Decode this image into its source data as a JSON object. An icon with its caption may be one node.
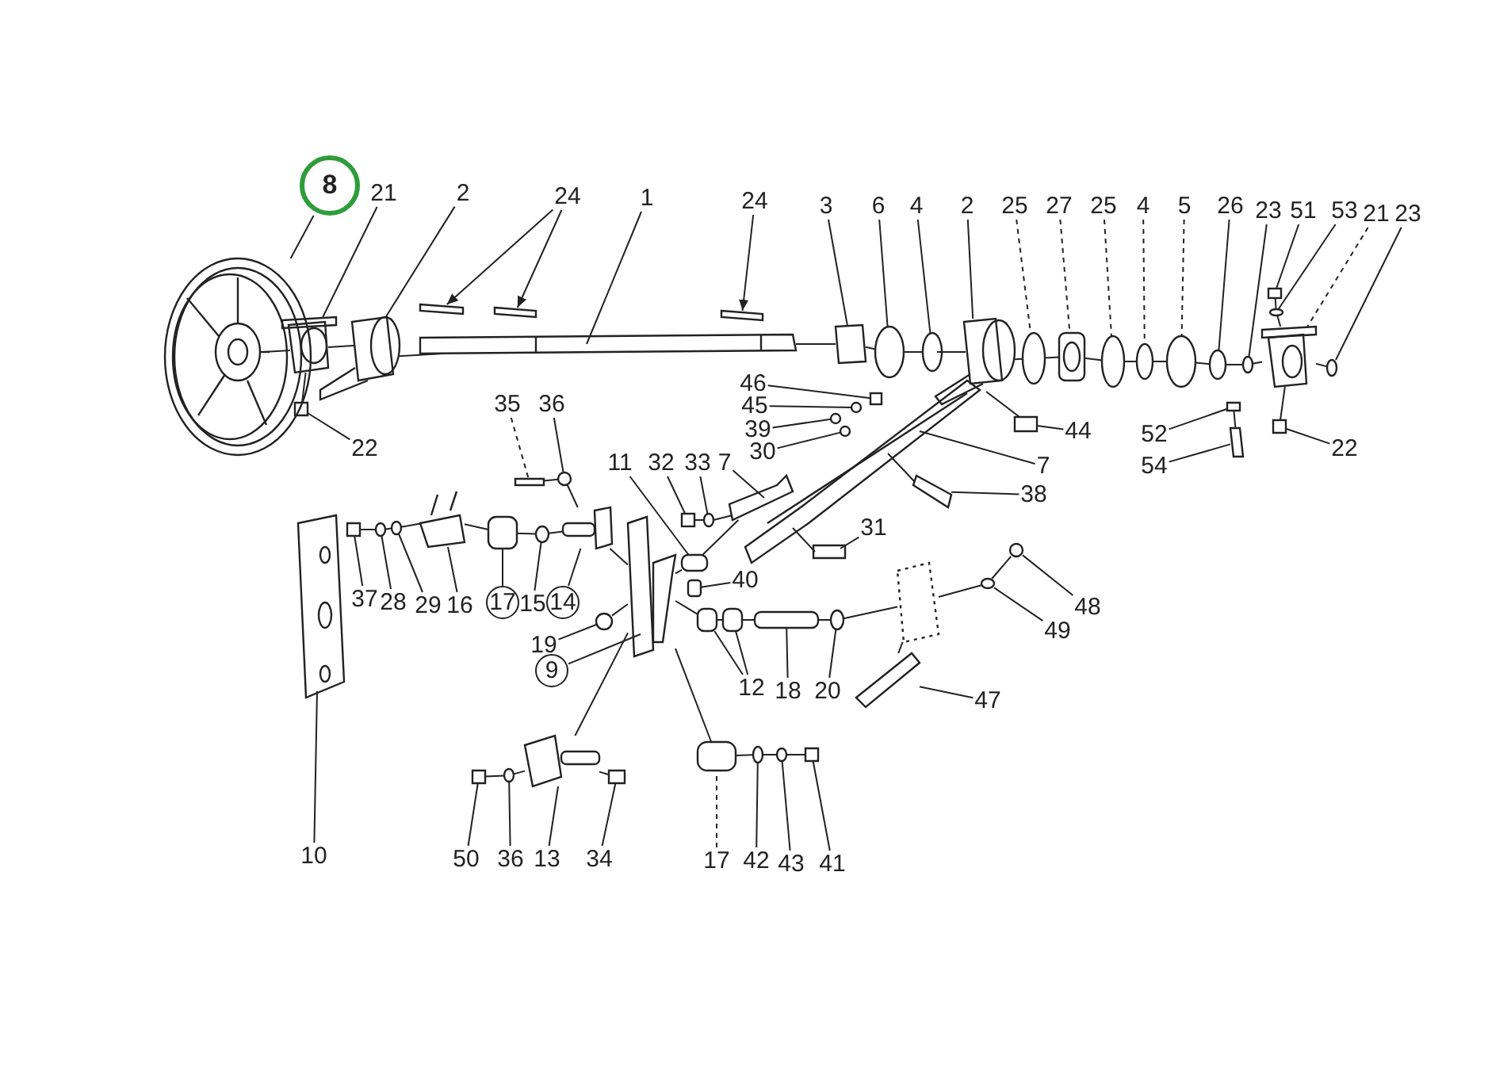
{
  "diagram": {
    "nodes": [
      {
        "text": [
          "8"
        ]
      },
      {
        "text": [
          "21"
        ]
      },
      {
        "text": [
          "2"
        ]
      },
      {
        "text": [
          "24"
        ]
      },
      {
        "text": [
          "1"
        ]
      },
      {
        "text": [
          "24"
        ]
      },
      {
        "text": [
          "3"
        ]
      },
      {
        "text": [
          "6"
        ]
      },
      {
        "text": [
          "4"
        ]
      },
      {
        "text": [
          "2"
        ]
      },
      {
        "text": [
          "25"
        ]
      },
      {
        "text": [
          "27"
        ]
      },
      {
        "text": [
          "25"
        ]
      },
      {
        "text": [
          "4"
        ]
      },
      {
        "text": [
          "5"
        ]
      },
      {
        "text": [
          "26"
        ]
      },
      {
        "text": [
          "23"
        ]
      },
      {
        "text": [
          "51"
        ]
      },
      {
        "text": [
          "53"
        ]
      },
      {
        "text": [
          "21"
        ]
      },
      {
        "text": [
          "23"
        ]
      },
      {
        "text": [
          "22"
        ]
      },
      {
        "text": [
          "46"
        ]
      },
      {
        "text": [
          "45"
        ]
      },
      {
        "text": [
          "39"
        ]
      },
      {
        "text": [
          "30"
        ]
      },
      {
        "text": [
          "44"
        ]
      },
      {
        "text": [
          "7"
        ]
      },
      {
        "text": [
          "52"
        ]
      },
      {
        "text": [
          "54"
        ]
      },
      {
        "text": [
          "22"
        ]
      },
      {
        "text": [
          "35"
        ]
      },
      {
        "text": [
          "36"
        ]
      },
      {
        "text": [
          "11"
        ]
      },
      {
        "text": [
          "32"
        ]
      },
      {
        "text": [
          "33"
        ]
      },
      {
        "text": [
          "7"
        ]
      },
      {
        "text": [
          "38"
        ]
      },
      {
        "text": [
          "31"
        ]
      },
      {
        "text": [
          "37"
        ]
      },
      {
        "text": [
          "28"
        ]
      },
      {
        "text": [
          "29"
        ]
      },
      {
        "text": [
          "16"
        ]
      },
      {
        "text": [
          "17"
        ]
      },
      {
        "text": [
          "15"
        ]
      },
      {
        "text": [
          "14"
        ]
      },
      {
        "text": [
          "40"
        ]
      },
      {
        "text": [
          "19"
        ]
      },
      {
        "text": [
          "9"
        ]
      },
      {
        "text": [
          "12"
        ]
      },
      {
        "text": [
          "18"
        ]
      },
      {
        "text": [
          "20"
        ]
      },
      {
        "text": [
          "48"
        ]
      },
      {
        "text": [
          "49"
        ]
      },
      {
        "text": [
          "47"
        ]
      },
      {
        "text": [
          "10"
        ]
      },
      {
        "text": [
          "50"
        ]
      },
      {
        "text": [
          "36"
        ]
      },
      {
        "text": [
          "13"
        ]
      },
      {
        "text": [
          "34"
        ]
      },
      {
        "text": [
          "17"
        ]
      },
      {
        "text": [
          "42"
        ]
      },
      {
        "text": [
          "43"
        ]
      },
      {
        "text": [
          "41"
        ]
      },
      {
        "text": [],
        "shape": "picture"
      },
      {
        "text": [],
        "shape": "picture"
      },
      {
        "text": [],
        "shape": "picture"
      },
      {
        "text": [],
        "shape": "box"
      },
      {
        "text": [],
        "shape": "box"
      },
      {
        "text": [],
        "shape": "picture"
      },
      {
        "text": [],
        "shape": "box"
      },
      {
        "text": [],
        "shape": "box"
      },
      {
        "text": [],
        "shape": "circle"
      },
      {
        "text": [],
        "shape": "circle"
      },
      {
        "text": [],
        "shape": "picture"
      },
      {
        "text": [],
        "shape": "circle"
      },
      {
        "text": [],
        "shape": "picture"
      },
      {
        "text": [],
        "shape": "circle"
      },
      {
        "text": [],
        "shape": "circle"
      },
      {
        "text": [],
        "shape": "circle"
      },
      {
        "text": [],
        "shape": "circle"
      },
      {
        "text": [],
        "shape": "circle"
      },
      {
        "text": [],
        "shape": "box"
      },
      {
        "text": [],
        "shape": "circle"
      },
      {
        "text": [],
        "shape": "picture"
      },
      {
        "text": [],
        "shape": "circle"
      },
      {
        "text": [],
        "shape": "box"
      },
      {
        "text": [],
        "shape": "box"
      },
      {
        "text": [],
        "shape": "circle"
      },
      {
        "text": [],
        "shape": "circle"
      },
      {
        "text": [],
        "shape": "circle"
      },
      {
        "text": [],
        "shape": "box"
      },
      {
        "text": [],
        "shape": "picture"
      },
      {
        "text": [],
        "shape": "box"
      },
      {
        "text": [],
        "shape": "box"
      },
      {
        "text": [],
        "shape": "box"
      },
      {
        "text": [],
        "shape": "box"
      },
      {
        "text": [],
        "shape": "circle"
      },
      {
        "text": [],
        "shape": "box"
      },
      {
        "text": [],
        "shape": "box"
      },
      {
        "text": [],
        "shape": "circle"
      },
      {
        "text": [],
        "shape": "box"
      },
      {
        "text": [],
        "shape": "box"
      },
      {
        "text": [],
        "shape": "box"
      },
      {
        "text": [],
        "shape": "box"
      },
      {
        "text": [],
        "shape": "circle"
      },
      {
        "text": [],
        "shape": "circle"
      },
      {
        "text": [],
        "shape": "picture"
      },
      {
        "text": [],
        "shape": "box"
      },
      {
        "text": [],
        "shape": "circle"
      },
      {
        "text": [],
        "shape": "picture"
      },
      {
        "text": [],
        "shape": "box"
      },
      {
        "text": [],
        "shape": "circle"
      },
      {
        "text": [],
        "shape": "picture"
      },
      {
        "text": [],
        "shape": "box"
      },
      {
        "text": [],
        "shape": "box"
      },
      {
        "text": [],
        "shape": "box"
      },
      {
        "text": [],
        "shape": "circle"
      },
      {
        "text": [],
        "shape": "circle"
      },
      {
        "text": [],
        "shape": "circle"
      },
      {
        "text": [],
        "shape": "box"
      },
      {
        "text": [],
        "shape": "picture"
      },
      {
        "text": [],
        "shape": "box"
      },
      {
        "text": [],
        "shape": "circle"
      },
      {
        "text": [],
        "shape": "picture"
      },
      {
        "text": [],
        "shape": "box"
      },
      {
        "text": [],
        "shape": "box"
      },
      {
        "text": [],
        "shape": "circle"
      },
      {
        "text": [],
        "shape": "circle"
      },
      {
        "text": [],
        "shape": "box"
      },
      {
        "text": [],
        "shape": "box"
      }
    ],
    "edges": [
      {
        "from": 0,
        "to": 64,
        "arrow": "none"
      },
      {
        "from": 1,
        "to": 65,
        "arrow": "none"
      },
      {
        "from": 2,
        "to": 66,
        "arrow": "none"
      },
      {
        "from": 3,
        "to": 67,
        "arrow": "to"
      },
      {
        "from": 3,
        "to": 68,
        "arrow": "to"
      },
      {
        "from": 4,
        "to": 69,
        "arrow": "none"
      },
      {
        "from": 5,
        "to": 70,
        "arrow": "to"
      },
      {
        "from": 6,
        "to": 71,
        "arrow": "none"
      },
      {
        "from": 7,
        "to": 72,
        "arrow": "none"
      },
      {
        "from": 8,
        "to": 73,
        "arrow": "none"
      },
      {
        "from": 9,
        "to": 74,
        "arrow": "none"
      },
      {
        "from": 10,
        "to": 75,
        "arrow": "none",
        "style": "dashed"
      },
      {
        "from": 11,
        "to": 76,
        "arrow": "none",
        "style": "dashed"
      },
      {
        "from": 12,
        "to": 77,
        "arrow": "none",
        "style": "dashed"
      },
      {
        "from": 13,
        "to": 78,
        "arrow": "none",
        "style": "dashed"
      },
      {
        "from": 14,
        "to": 79,
        "arrow": "none",
        "style": "dashed"
      },
      {
        "from": 15,
        "to": 80,
        "arrow": "none"
      },
      {
        "from": 16,
        "to": 81,
        "arrow": "none"
      },
      {
        "from": 17,
        "to": 82,
        "arrow": "none"
      },
      {
        "from": 18,
        "to": 83,
        "arrow": "none"
      },
      {
        "from": 19,
        "to": 84,
        "arrow": "none",
        "style": "dashed"
      },
      {
        "from": 20,
        "to": 85,
        "arrow": "none"
      },
      {
        "from": 21,
        "to": 86,
        "arrow": "none"
      },
      {
        "from": 22,
        "to": 87,
        "arrow": "none"
      },
      {
        "from": 23,
        "to": 88,
        "arrow": "none"
      },
      {
        "from": 24,
        "to": 89,
        "arrow": "none"
      },
      {
        "from": 25,
        "to": 90,
        "arrow": "none"
      },
      {
        "from": 26,
        "to": 91,
        "arrow": "none"
      },
      {
        "from": 27,
        "to": 92,
        "arrow": "none"
      },
      {
        "from": 28,
        "to": 93,
        "arrow": "none"
      },
      {
        "from": 29,
        "to": 94,
        "arrow": "none"
      },
      {
        "from": 30,
        "to": 95,
        "arrow": "none"
      },
      {
        "from": 31,
        "to": 96,
        "arrow": "none",
        "style": "dashed"
      },
      {
        "from": 32,
        "to": 97,
        "arrow": "none"
      },
      {
        "from": 33,
        "to": 98,
        "arrow": "none"
      },
      {
        "from": 34,
        "to": 99,
        "arrow": "none"
      },
      {
        "from": 35,
        "to": 100,
        "arrow": "none"
      },
      {
        "from": 36,
        "to": 101,
        "arrow": "none"
      },
      {
        "from": 37,
        "to": 102,
        "arrow": "none"
      },
      {
        "from": 38,
        "to": 103,
        "arrow": "none"
      },
      {
        "from": 39,
        "to": 104,
        "arrow": "none"
      },
      {
        "from": 40,
        "to": 105,
        "arrow": "none"
      },
      {
        "from": 41,
        "to": 106,
        "arrow": "none"
      },
      {
        "from": 42,
        "to": 107,
        "arrow": "none"
      },
      {
        "from": 43,
        "to": 108,
        "arrow": "none"
      },
      {
        "from": 44,
        "to": 109,
        "arrow": "none"
      },
      {
        "from": 45,
        "to": 110,
        "arrow": "none"
      },
      {
        "from": 46,
        "to": 111,
        "arrow": "none"
      },
      {
        "from": 47,
        "to": 112,
        "arrow": "none"
      },
      {
        "from": 48,
        "to": 113,
        "arrow": "none"
      },
      {
        "from": 49,
        "to": 114,
        "arrow": "none"
      },
      {
        "from": 49,
        "to": 115,
        "arrow": "none"
      },
      {
        "from": 50,
        "to": 116,
        "arrow": "none"
      },
      {
        "from": 51,
        "to": 117,
        "arrow": "none"
      },
      {
        "from": 52,
        "to": 118,
        "arrow": "none"
      },
      {
        "from": 53,
        "to": 119,
        "arrow": "none"
      },
      {
        "from": 54,
        "to": 120,
        "arrow": "none"
      },
      {
        "from": 55,
        "to": 121,
        "arrow": "none"
      },
      {
        "from": 56,
        "to": 122,
        "arrow": "none"
      },
      {
        "from": 57,
        "to": 123,
        "arrow": "none"
      },
      {
        "from": 58,
        "to": 124,
        "arrow": "none"
      },
      {
        "from": 59,
        "to": 125,
        "arrow": "none"
      },
      {
        "from": 60,
        "to": 126,
        "arrow": "none",
        "style": "dashed"
      },
      {
        "from": 61,
        "to": 127,
        "arrow": "none"
      },
      {
        "from": 62,
        "to": 128,
        "arrow": "none"
      },
      {
        "from": 63,
        "to": 129,
        "arrow": "none"
      },
      {
        "from": 64,
        "to": 65,
        "arrow": "none"
      },
      {
        "from": 65,
        "to": 66,
        "arrow": "none"
      },
      {
        "from": 66,
        "to": 69,
        "arrow": "none"
      },
      {
        "from": 69,
        "to": 71,
        "arrow": "none"
      },
      {
        "from": 71,
        "to": 72,
        "arrow": "none"
      },
      {
        "from": 72,
        "to": 73,
        "arrow": "none"
      },
      {
        "from": 73,
        "to": 74,
        "arrow": "none"
      },
      {
        "from": 74,
        "to": 75,
        "arrow": "none"
      },
      {
        "from": 75,
        "to": 76,
        "arrow": "none"
      },
      {
        "from": 76,
        "to": 77,
        "arrow": "none"
      },
      {
        "from": 77,
        "to": 78,
        "arrow": "none"
      },
      {
        "from": 78,
        "to": 79,
        "arrow": "none"
      },
      {
        "from": 79,
        "to": 80,
        "arrow": "none"
      },
      {
        "from": 80,
        "to": 81,
        "arrow": "none"
      },
      {
        "from": 81,
        "to": 84,
        "arrow": "none"
      },
      {
        "from": 84,
        "to": 85,
        "arrow": "none"
      },
      {
        "from": 65,
        "to": 86,
        "arrow": "none"
      },
      {
        "from": 84,
        "to": 95,
        "arrow": "none"
      },
      {
        "from": 93,
        "to": 94,
        "arrow": "none"
      },
      {
        "from": 82,
        "to": 83,
        "arrow": "none"
      },
      {
        "from": 83,
        "to": 84,
        "arrow": "none"
      },
      {
        "from": 91,
        "to": 74,
        "arrow": "none"
      },
      {
        "from": 104,
        "to": 105,
        "arrow": "none"
      },
      {
        "from": 105,
        "to": 106,
        "arrow": "none"
      },
      {
        "from": 106,
        "to": 107,
        "arrow": "none"
      },
      {
        "from": 107,
        "to": 108,
        "arrow": "none"
      },
      {
        "from": 108,
        "to": 109,
        "arrow": "none"
      },
      {
        "from": 109,
        "to": 110,
        "arrow": "none"
      },
      {
        "from": 96,
        "to": 97,
        "arrow": "none"
      },
      {
        "from": 97,
        "to": 110,
        "arrow": "none"
      },
      {
        "from": 110,
        "to": 113,
        "arrow": "none"
      },
      {
        "from": 112,
        "to": 113,
        "arrow": "none"
      },
      {
        "from": 113,
        "to": 114,
        "arrow": "none"
      },
      {
        "from": 114,
        "to": 115,
        "arrow": "none"
      },
      {
        "from": 115,
        "to": 116,
        "arrow": "none"
      },
      {
        "from": 116,
        "to": 117,
        "arrow": "none"
      },
      {
        "from": 117,
        "to": 130,
        "arrow": "none"
      },
      {
        "from": 130,
        "to": 119,
        "arrow": "none"
      },
      {
        "from": 119,
        "to": 118,
        "arrow": "none"
      },
      {
        "from": 120,
        "to": 130,
        "arrow": "none"
      },
      {
        "from": 113,
        "to": 124,
        "arrow": "none"
      },
      {
        "from": 113,
        "to": 126,
        "arrow": "none"
      },
      {
        "from": 126,
        "to": 127,
        "arrow": "none"
      },
      {
        "from": 127,
        "to": 128,
        "arrow": "none"
      },
      {
        "from": 128,
        "to": 129,
        "arrow": "none"
      },
      {
        "from": 122,
        "to": 123,
        "arrow": "none"
      },
      {
        "from": 123,
        "to": 124,
        "arrow": "none"
      },
      {
        "from": 124,
        "to": 125,
        "arrow": "none"
      },
      {
        "from": 98,
        "to": 113,
        "arrow": "none"
      },
      {
        "from": 98,
        "to": 101,
        "arrow": "none"
      },
      {
        "from": 99,
        "to": 100,
        "arrow": "none"
      },
      {
        "from": 100,
        "to": 101,
        "arrow": "none"
      },
      {
        "from": 103,
        "to": 92,
        "arrow": "none"
      },
      {
        "from": 102,
        "to": 92,
        "arrow": "none"
      }
    ]
  }
}
